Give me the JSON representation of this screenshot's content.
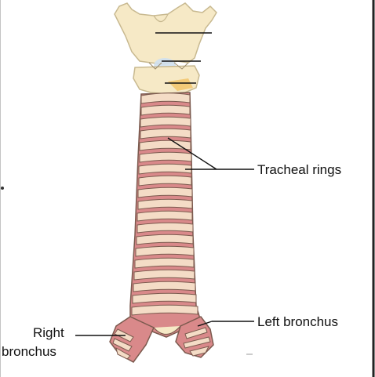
{
  "labels": {
    "tracheal_rings": "Tracheal rings",
    "left_bronchus": "Left bronchus",
    "right_bronchus_line1": "Right",
    "right_bronchus_line2": "bronchus"
  },
  "colors": {
    "cartilage": "#f6e9c6",
    "cartilage_edge": "#c8b990",
    "ring_fill": "#f4dcc6",
    "membrane": "#d9898a",
    "outline": "#7b5a4e",
    "leader_line": "#111111",
    "frame_border": "#222222"
  }
}
